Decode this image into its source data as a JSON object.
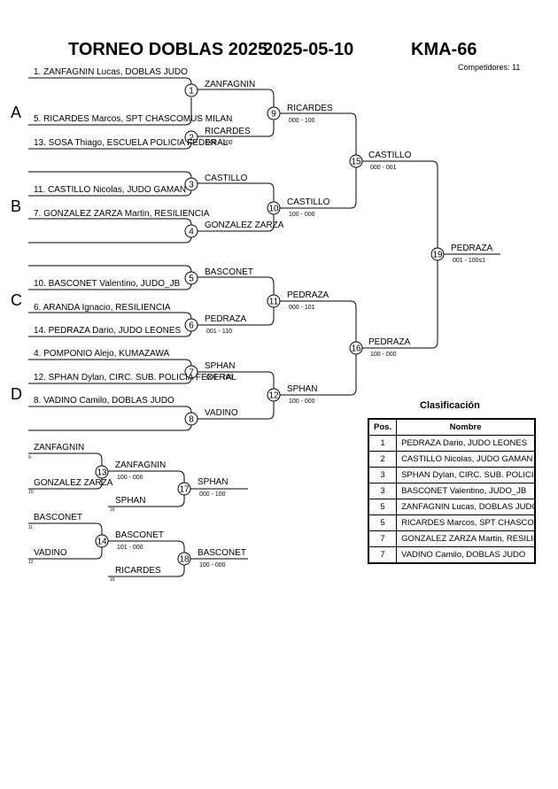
{
  "header": {
    "tournament": "TORNEO DOBLAS 2025",
    "date": "2025-05-10",
    "category": "KMA-66",
    "competitors": "Competidores: 11"
  },
  "pools": [
    "A",
    "B",
    "C",
    "D"
  ],
  "entries": [
    "1. ZANFAGNIN Lucas, DOBLAS JUDO",
    "5. RICARDES Marcos, SPT CHASCOMUS MILAN",
    "13. SOSA  Thiago, ESCUELA POLICIA FEDERAL",
    "11. CASTILLO Nicolas, JUDO GAMAN",
    "7. GONZALEZ ZARZA Martin, RESILIENCIA",
    "10. BASCONET Valentino, JUDO_JB",
    "6. ARANDA Ignacio, RESILIENCIA",
    "14. PEDRAZA Dario, JUDO LEONES",
    "4. POMPONIO Alejo, KUMAZAWA",
    "12. SPHAN Dylan, CIRC. SUB. POLICIA FEDERAL",
    "8. VADINO Camilo, DOBLAS JUDO"
  ],
  "fights": [
    {
      "n": "1",
      "winner": "ZANFAGNIN",
      "score": ""
    },
    {
      "n": "2",
      "winner": "RICARDES",
      "score": "000 - 100"
    },
    {
      "n": "3",
      "winner": "CASTILLO",
      "score": ""
    },
    {
      "n": "4",
      "winner": "GONZALEZ ZARZA",
      "score": ""
    },
    {
      "n": "5",
      "winner": "BASCONET",
      "score": ""
    },
    {
      "n": "6",
      "winner": "PEDRAZA",
      "score": "001 - 110"
    },
    {
      "n": "7",
      "winner": "SPHAN",
      "score": "000 - 100"
    },
    {
      "n": "8",
      "winner": "VADINO",
      "score": ""
    },
    {
      "n": "9",
      "winner": "RICARDES",
      "score": "000 - 100"
    },
    {
      "n": "10",
      "winner": "CASTILLO",
      "score": "100 - 000"
    },
    {
      "n": "11",
      "winner": "PEDRAZA",
      "score": "000 - 101"
    },
    {
      "n": "12",
      "winner": "SPHAN",
      "score": "100 - 000"
    },
    {
      "n": "15",
      "winner": "CASTILLO",
      "score": "000 - 001"
    },
    {
      "n": "16",
      "winner": "PEDRAZA",
      "score": "100 - 000"
    },
    {
      "n": "19",
      "winner": "PEDRAZA",
      "score": "001 - 100s1"
    }
  ],
  "repechage": {
    "entries": [
      "ZANFAGNIN",
      "GONZALEZ ZARZA",
      "SPHAN",
      "BASCONET",
      "VADINO",
      "RICARDES"
    ],
    "refs": [
      "9",
      "10",
      "16",
      "11",
      "12",
      "15"
    ],
    "fights": [
      {
        "n": "13",
        "winner": "ZANFAGNIN",
        "score": "100 - 000"
      },
      {
        "n": "14",
        "winner": "BASCONET",
        "score": "101 - 000"
      },
      {
        "n": "17",
        "winner": "SPHAN",
        "score": "000 - 100"
      },
      {
        "n": "18",
        "winner": "BASCONET",
        "score": "100 - 000"
      }
    ]
  },
  "classification": {
    "title": "Clasificación",
    "col_pos": "Pos.",
    "col_name": "Nombre",
    "rows": [
      {
        "pos": "1",
        "name": "PEDRAZA Dario, JUDO LEONES"
      },
      {
        "pos": "2",
        "name": "CASTILLO Nicolas, JUDO GAMAN"
      },
      {
        "pos": "3",
        "name": "SPHAN Dylan, CIRC. SUB. POLICIA FEDERAL"
      },
      {
        "pos": "3",
        "name": "BASCONET Valentino, JUDO_JB"
      },
      {
        "pos": "5",
        "name": "ZANFAGNIN Lucas, DOBLAS JUDO"
      },
      {
        "pos": "5",
        "name": "RICARDES Marcos, SPT CHASCOMUS MILAN"
      },
      {
        "pos": "7",
        "name": "GONZALEZ ZARZA Martin, RESILIENCIA"
      },
      {
        "pos": "7",
        "name": "VADINO Camilo, DOBLAS JUDO"
      }
    ]
  }
}
